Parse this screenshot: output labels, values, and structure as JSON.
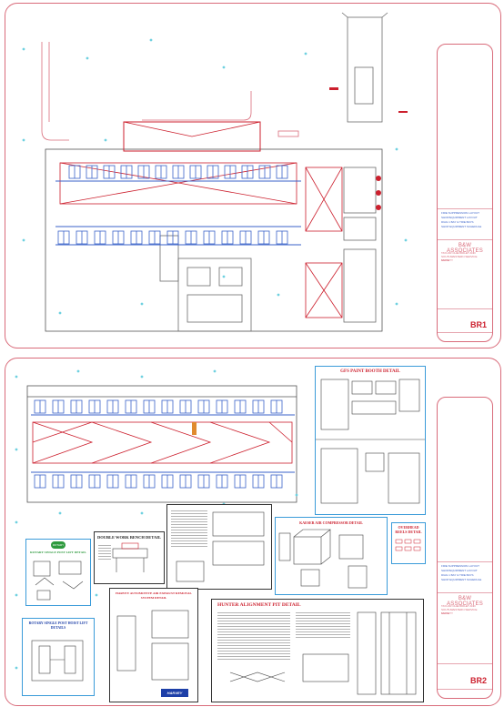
{
  "sheets": [
    {
      "title_block": {
        "revisions": [
          "FIRE SUPPRESSION LAYOUT",
          "SHOP/EQUIPMENT LAYOUT",
          "DIAG 1 BAY & TIRE BAYS",
          "SHOP EQUIPMENT SCHEDULE"
        ],
        "firm": "B&W ASSOCIATES",
        "project_lines": [
          "TAYLOR CHEVROLET AND",
          "SOUTHWESTERN SERVICE FACILITY",
          "SUITE"
        ],
        "sheet_no": "BR1"
      }
    },
    {
      "title_block": {
        "revisions": [
          "FIRE SUPPRESSION LAYOUT",
          "SHOP/EQUIPMENT LAYOUT",
          "DIAG 1 BAY & TIRE BAYS",
          "SHOP EQUIPMENT SCHEDULE"
        ],
        "firm": "B&W ASSOCIATES",
        "project_lines": [
          "TAYLOR CHEVROLET AND",
          "SOUTHWESTERN SERVICE FACILITY",
          "SUITE"
        ],
        "sheet_no": "BR2"
      }
    }
  ],
  "details": {
    "paint_booth": "GFS PAINT BOOTH DETAIL",
    "compressor": "KAESER AIR COMPRESSOR DETAIL",
    "overhead_reels": "OVERHEAD REELS DETAIL",
    "work_bench": "DOUBLE WORK BENCH DETAIL",
    "hunter_pit": "HUNTER ALIGNMENT PIT DETAIL",
    "exhaust": "HARVEY AUTOMOTIVE AIR EXHAUST REMOVAL SYSTEM DETAIL",
    "lift_rotary": "ROTARY SINGLE POST HOIST LIFT DETAILS",
    "lift_rotary_small": "ROTARY SINGLE POST LIFT DETAIL",
    "hitch_badge": "HARVEY",
    "green_badge": "ROTARY"
  },
  "colors": {
    "border": "#d96b7a",
    "accent_red": "#cc1f2d",
    "accent_blue": "#3a62c9",
    "detail_blue": "#3a9bd9"
  }
}
